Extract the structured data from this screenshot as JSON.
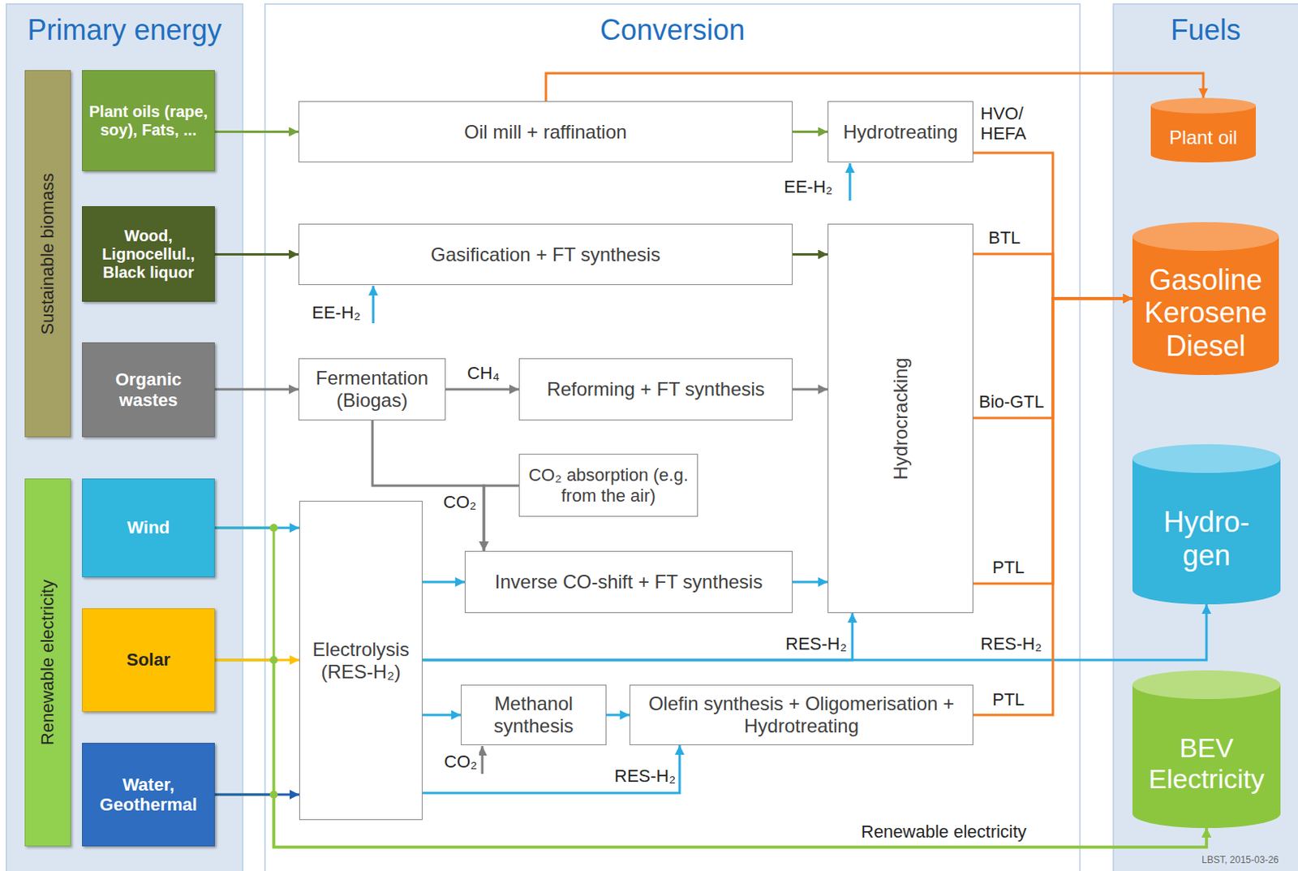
{
  "diagram": {
    "nodes": [
      {
        "text": [
          "Primary energy"
        ]
      },
      {
        "text": [
          "Conversion"
        ]
      },
      {
        "text": [
          "Fuels"
        ]
      },
      {
        "text": [
          "Sustainable biomass"
        ],
        "in": 0
      },
      {
        "text": [
          "Plant oils (rape, soy), Fats, ..."
        ],
        "in": 0
      },
      {
        "text": [
          "Wood, Lignocellul., Black liquor"
        ],
        "in": 0
      },
      {
        "text": [
          "Organic wastes"
        ],
        "in": 0
      },
      {
        "text": [
          "Renewable electricity"
        ],
        "in": 0
      },
      {
        "text": [
          "Wind"
        ],
        "in": 0
      },
      {
        "text": [
          "Solar"
        ],
        "in": 0
      },
      {
        "text": [
          "Water, Geothermal"
        ],
        "in": 0
      },
      {
        "text": [
          "Oil mill + raffination"
        ],
        "in": 1
      },
      {
        "text": [
          "Hydrotreating"
        ],
        "in": 1
      },
      {
        "text": [
          "Gasification + FT synthesis"
        ],
        "in": 1
      },
      {
        "text": [
          "Fermentation (Biogas)"
        ],
        "in": 1
      },
      {
        "text": [
          "Reforming + FT synthesis"
        ],
        "in": 1
      },
      {
        "text": [
          "Hydrocracking"
        ],
        "in": 1
      },
      {
        "text": [
          "CO₂ absorption (e.g. from the air)"
        ],
        "in": 1
      },
      {
        "text": [
          "Electrolysis (RES-H₂)"
        ],
        "in": 1
      },
      {
        "text": [
          "Inverse CO-shift + FT synthesis"
        ],
        "in": 1
      },
      {
        "text": [
          "Methanol synthesis"
        ],
        "in": 1
      },
      {
        "text": [
          "Olefin synthesis + Oligomerisation + Hydrotreating"
        ],
        "in": 1
      },
      {
        "text": [
          "Plant oil"
        ],
        "in": 2
      },
      {
        "text": [
          "Gasoline Kerosene Diesel"
        ],
        "in": 2
      },
      {
        "text": [
          "Hydro- gen"
        ],
        "in": 2
      },
      {
        "text": [
          "BEV Electricity"
        ],
        "in": 2
      }
    ],
    "edges": [
      {
        "from": 4,
        "to": 11,
        "arrow": "to"
      },
      {
        "from": 11,
        "to": 12,
        "arrow": "to"
      },
      {
        "from": 11,
        "to": 22,
        "arrow": "to"
      },
      {
        "from": 12,
        "to": 23,
        "label": "HVO/ HEFA",
        "arrow": "to"
      },
      {
        "from": 5,
        "to": 13,
        "arrow": "to"
      },
      {
        "from": 13,
        "to": 16,
        "arrow": "to"
      },
      {
        "from": 16,
        "to": 23,
        "label": "BTL",
        "arrow": "to"
      },
      {
        "from": 6,
        "to": 14,
        "arrow": "to"
      },
      {
        "from": 14,
        "to": 15,
        "label": "CH₄",
        "arrow": "to"
      },
      {
        "from": 15,
        "to": 16,
        "arrow": "to"
      },
      {
        "from": 16,
        "to": 23,
        "label": "Bio-GTL",
        "arrow": "to"
      },
      {
        "from": 14,
        "to": 19,
        "label": "CO₂",
        "arrow": "to"
      },
      {
        "from": 17,
        "to": 19,
        "arrow": "to"
      },
      {
        "from": 8,
        "to": 18,
        "arrow": "to"
      },
      {
        "from": 9,
        "to": 18,
        "arrow": "to"
      },
      {
        "from": 10,
        "to": 18,
        "arrow": "to"
      },
      {
        "from": 8,
        "to": 25,
        "label": "Renewable electricity",
        "arrow": "to"
      },
      {
        "from": 9,
        "to": 25,
        "arrow": "to"
      },
      {
        "from": 10,
        "to": 25,
        "arrow": "to"
      },
      {
        "from": 18,
        "to": 19,
        "arrow": "to"
      },
      {
        "from": 19,
        "to": 16,
        "arrow": "to"
      },
      {
        "from": 16,
        "to": 23,
        "label": "PTL",
        "arrow": "to"
      },
      {
        "from": 18,
        "to": 16,
        "label": "RES-H₂",
        "arrow": "to"
      },
      {
        "from": 18,
        "to": 24,
        "label": "RES-H₂",
        "arrow": "to"
      },
      {
        "from": 18,
        "to": 20,
        "arrow": "to"
      },
      {
        "from": 20,
        "to": 21,
        "arrow": "to"
      },
      {
        "from": 18,
        "to": 21,
        "label": "RES-H₂",
        "arrow": "to"
      },
      {
        "from": 21,
        "to": 23,
        "label": "PTL",
        "arrow": "to"
      }
    ],
    "labels": [
      "EE-H₂",
      "EE-H₂",
      "CO₂",
      "LBST, 2015-03-26"
    ]
  }
}
